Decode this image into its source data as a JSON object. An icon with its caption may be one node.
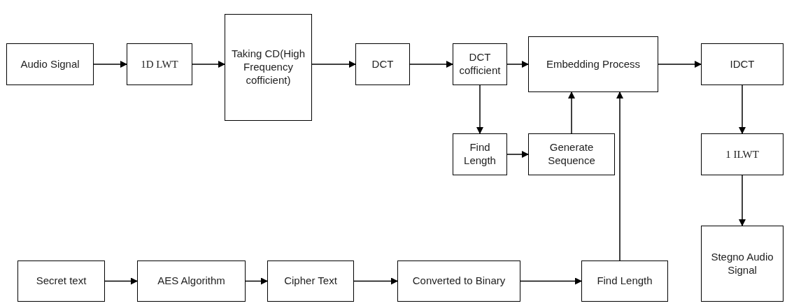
{
  "diagram": {
    "nodes": [
      {
        "text": [
          "Audio Signal"
        ]
      },
      {
        "text": [
          "1D LWT"
        ]
      },
      {
        "text": [
          "Taking CD(High Frequency cofficient)"
        ]
      },
      {
        "text": [
          "DCT"
        ]
      },
      {
        "text": [
          "DCT cofficient"
        ]
      },
      {
        "text": [
          "Embedding Process"
        ]
      },
      {
        "text": [
          "IDCT"
        ]
      },
      {
        "text": [
          "Find Length"
        ]
      },
      {
        "text": [
          "Generate Sequence"
        ]
      },
      {
        "text": [
          "1 ILWT"
        ]
      },
      {
        "text": [
          "Stegno Audio Signal"
        ]
      },
      {
        "text": [
          "Secret text"
        ]
      },
      {
        "text": [
          "AES Algorithm"
        ]
      },
      {
        "text": [
          "Cipher Text"
        ]
      },
      {
        "text": [
          "Converted to Binary"
        ]
      },
      {
        "text": [
          "Find Length"
        ]
      }
    ],
    "edges": [
      {
        "from": 0,
        "to": 1,
        "arrow": "to"
      },
      {
        "from": 1,
        "to": 2,
        "arrow": "to"
      },
      {
        "from": 2,
        "to": 3,
        "arrow": "to"
      },
      {
        "from": 3,
        "to": 4,
        "arrow": "to"
      },
      {
        "from": 4,
        "to": 5,
        "arrow": "to"
      },
      {
        "from": 5,
        "to": 6,
        "arrow": "to"
      },
      {
        "from": 4,
        "to": 7,
        "arrow": "to"
      },
      {
        "from": 7,
        "to": 8,
        "arrow": "to"
      },
      {
        "from": 8,
        "to": 5,
        "arrow": "to"
      },
      {
        "from": 6,
        "to": 9,
        "arrow": "to"
      },
      {
        "from": 9,
        "to": 10,
        "arrow": "to"
      },
      {
        "from": 11,
        "to": 12,
        "arrow": "to"
      },
      {
        "from": 12,
        "to": 13,
        "arrow": "to"
      },
      {
        "from": 13,
        "to": 14,
        "arrow": "to"
      },
      {
        "from": 14,
        "to": 15,
        "arrow": "to"
      },
      {
        "from": 15,
        "to": 5,
        "arrow": "to"
      }
    ]
  }
}
